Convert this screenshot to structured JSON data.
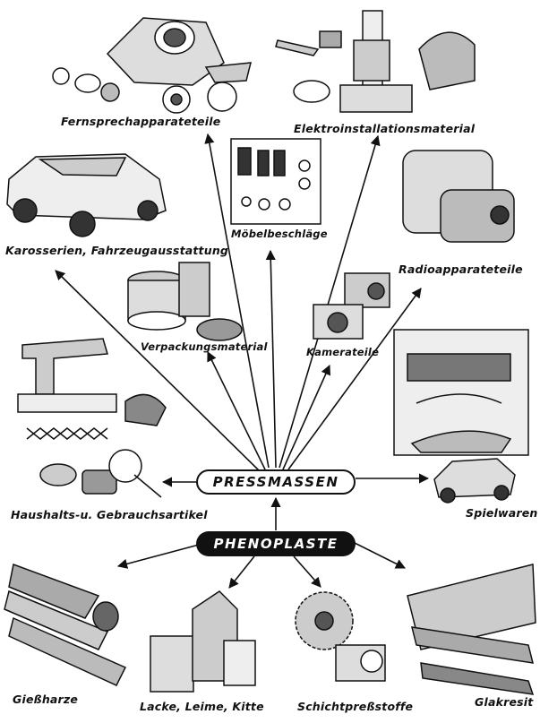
{
  "hubs": {
    "pressmassen": "PRESSMASSEN",
    "phenoplaste": "PHENOPLASTE"
  },
  "labels": {
    "fernsprech": "Fernsprechapparateteile",
    "elektro": "Elektroinstallationsmaterial",
    "moebel": "Möbelbeschläge",
    "karosserien": "Karosserien, Fahrzeugausstattung",
    "radio": "Radioapparateteile",
    "verpackung": "Verpackungsmaterial",
    "kamera": "Kamerateile",
    "haushalt": "Haushalts-u. Gebrauchsartikel",
    "spielwaren": "Spielwaren",
    "giessharze": "Gießharze",
    "lacke": "Lacke, Leime, Kitte",
    "schicht": "Schichtpreßstoffe",
    "glakresit": "Glakresit"
  }
}
